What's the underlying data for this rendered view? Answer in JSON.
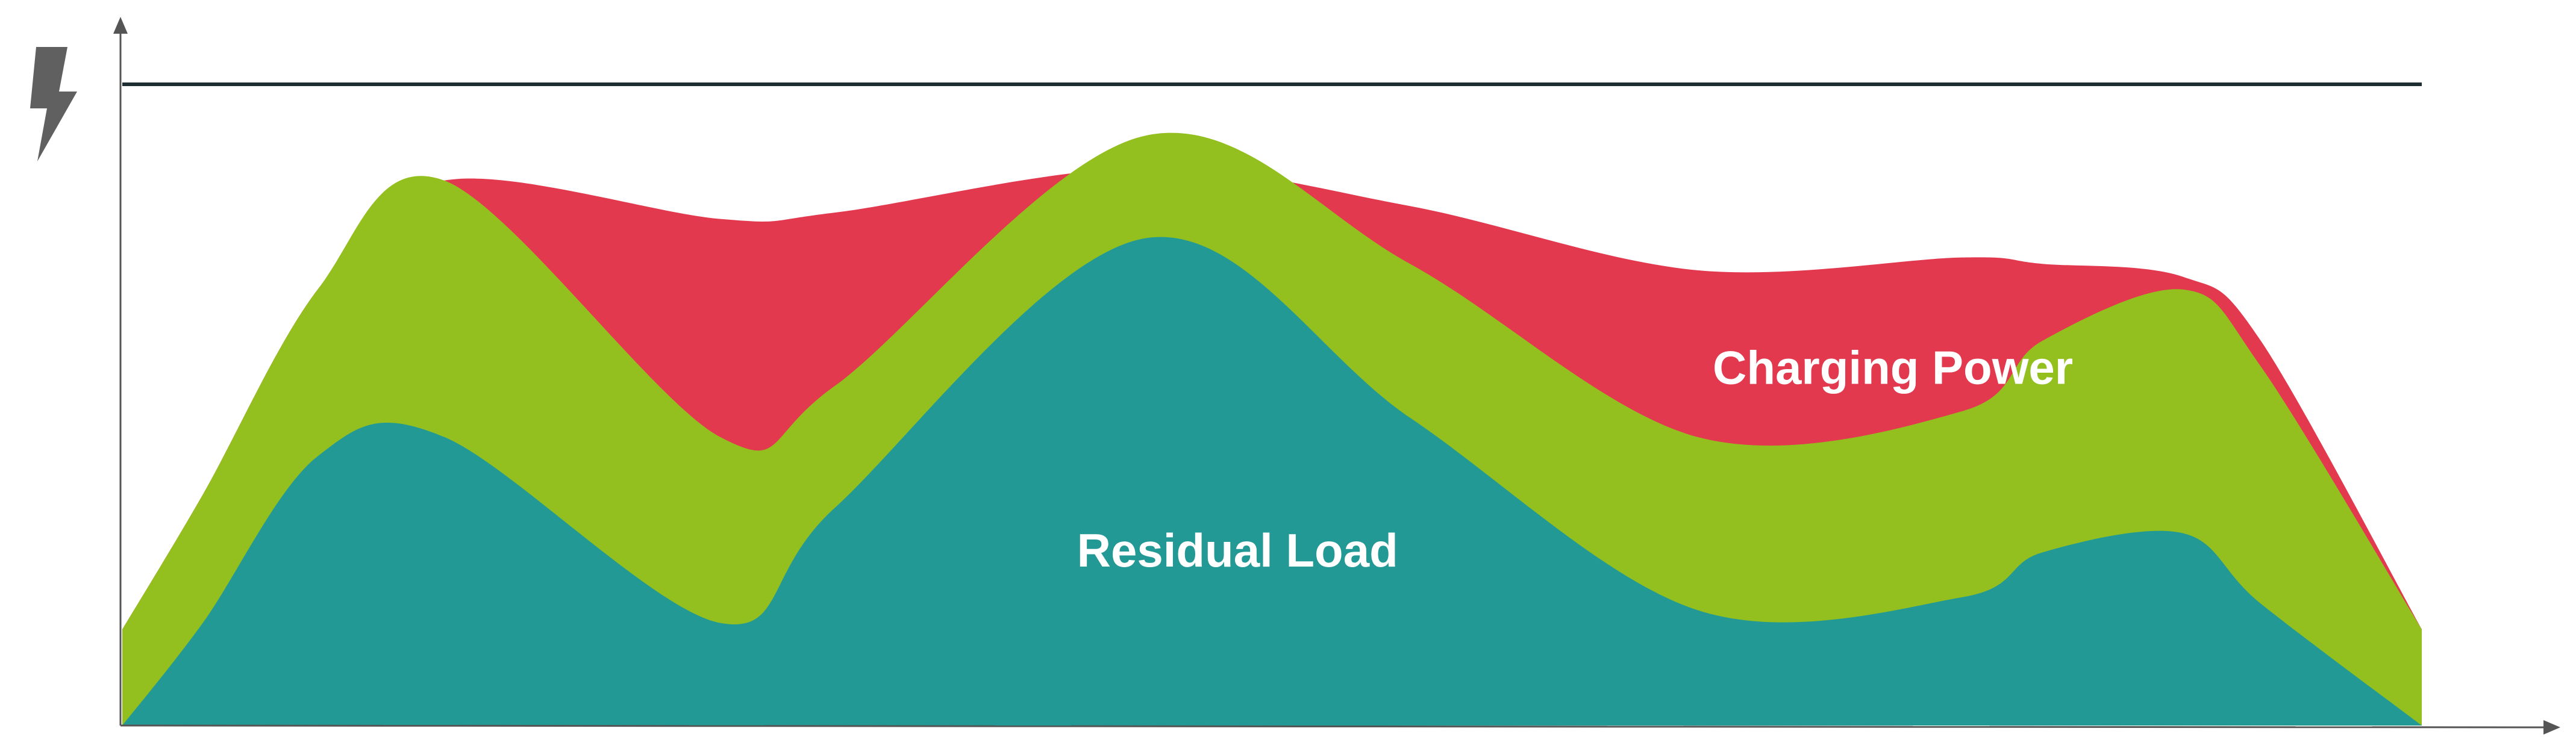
{
  "chart_data": {
    "type": "area",
    "title": "",
    "xlabel": "",
    "ylabel": "",
    "ylim": [
      0,
      1
    ],
    "grid": false,
    "legend": "none",
    "y_axis_icon": "lightning-bolt-icon",
    "reference_line": {
      "y": 1.0,
      "color": "#1e2f33"
    },
    "x": [
      0.0,
      0.035,
      0.085,
      0.14,
      0.26,
      0.31,
      0.445,
      0.56,
      0.685,
      0.8,
      0.835,
      0.896,
      0.93,
      1.0
    ],
    "series": [
      {
        "color": "#e3394f",
        "values": [
          0.15,
          0.36,
          0.68,
          0.85,
          0.79,
          0.8,
          0.87,
          0.81,
          0.71,
          0.73,
          0.72,
          0.7,
          0.6,
          0.15
        ]
      },
      {
        "color": "#93c01f",
        "values": [
          0.15,
          0.36,
          0.68,
          0.85,
          0.45,
          0.53,
          0.92,
          0.72,
          0.45,
          0.49,
          0.6,
          0.68,
          0.56,
          0.15
        ]
      },
      {
        "color": "#229994",
        "values": [
          0.0,
          0.16,
          0.42,
          0.45,
          0.16,
          0.34,
          0.76,
          0.48,
          0.18,
          0.2,
          0.27,
          0.3,
          0.19,
          0.0
        ]
      }
    ],
    "annotations": [
      {
        "text": "Residual Load",
        "x": 0.485,
        "y": 0.248
      },
      {
        "text": "Charging Power",
        "x": 0.77,
        "y": 0.533
      }
    ]
  }
}
